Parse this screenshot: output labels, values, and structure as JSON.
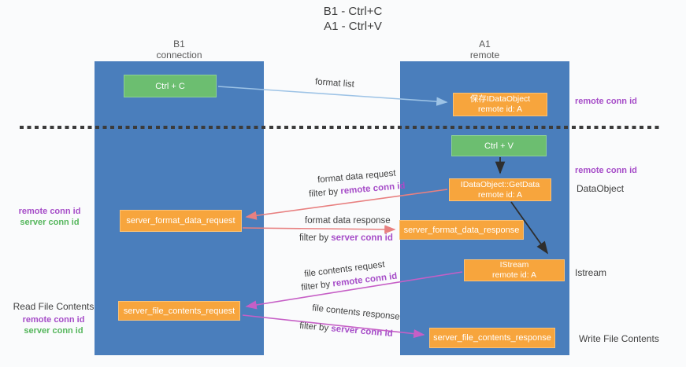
{
  "title": {
    "line1": "B1 - Ctrl+C",
    "line2": "A1 - Ctrl+V"
  },
  "lanes": {
    "left": {
      "header_line1": "B1",
      "header_line2": "connection"
    },
    "right": {
      "header_line1": "A1",
      "header_line2": "remote"
    }
  },
  "nodes": {
    "ctrl_c": {
      "label": "Ctrl + C"
    },
    "save_idataobject": {
      "line1": "保存IDataObject",
      "line2": "remote id: A"
    },
    "ctrl_v": {
      "label": "Ctrl + V"
    },
    "getdata": {
      "line1": "IDataObject::GetData",
      "line2": "remote id: A"
    },
    "format_request": {
      "label": "server_format_data_request"
    },
    "format_response": {
      "label": "server_format_data_response"
    },
    "istream": {
      "line1": "IStream",
      "line2": "remote id: A"
    },
    "file_request": {
      "label": "server_file_contents_request"
    },
    "file_response": {
      "label": "server_file_contents_response"
    }
  },
  "annotations": {
    "format_list": "format list",
    "format_data_request": "format data request",
    "filter_remote_1": {
      "prefix": "filter by ",
      "em": "remote conn id"
    },
    "format_data_response": "format data response",
    "filter_server_1": {
      "prefix": "filter by ",
      "em": "server conn id"
    },
    "file_contents_request": "file contents request",
    "filter_remote_2": {
      "prefix": "filter by ",
      "em": "remote conn id"
    },
    "file_contents_response": "file contents response",
    "filter_server_2": {
      "prefix": "filter by ",
      "em": "server conn id"
    }
  },
  "side_labels": {
    "left": {
      "remote_conn_id_1": "remote conn id",
      "server_conn_id_1": "server conn id",
      "read_file_contents": "Read File Contents",
      "remote_conn_id_2": "remote conn id",
      "server_conn_id_2": "server conn id"
    },
    "right": {
      "remote_conn_id_1": "remote conn id",
      "remote_conn_id_2": "remote conn id",
      "dataobject": "DataObject",
      "istream": "Istream",
      "write_file_contents": "Write File Contents"
    }
  },
  "colors": {
    "lane_blue": "#4a7ebc",
    "box_green": "#6cbe70",
    "box_orange": "#f7a53d",
    "arrow_light_blue": "#9dc3e6",
    "arrow_red": "#e88080",
    "arrow_magenta": "#c65fc6",
    "arrow_black": "#2e2e2e",
    "text_purple": "#a64dc8",
    "text_green": "#55b65c",
    "dashed_line": "#3b3b3b"
  }
}
